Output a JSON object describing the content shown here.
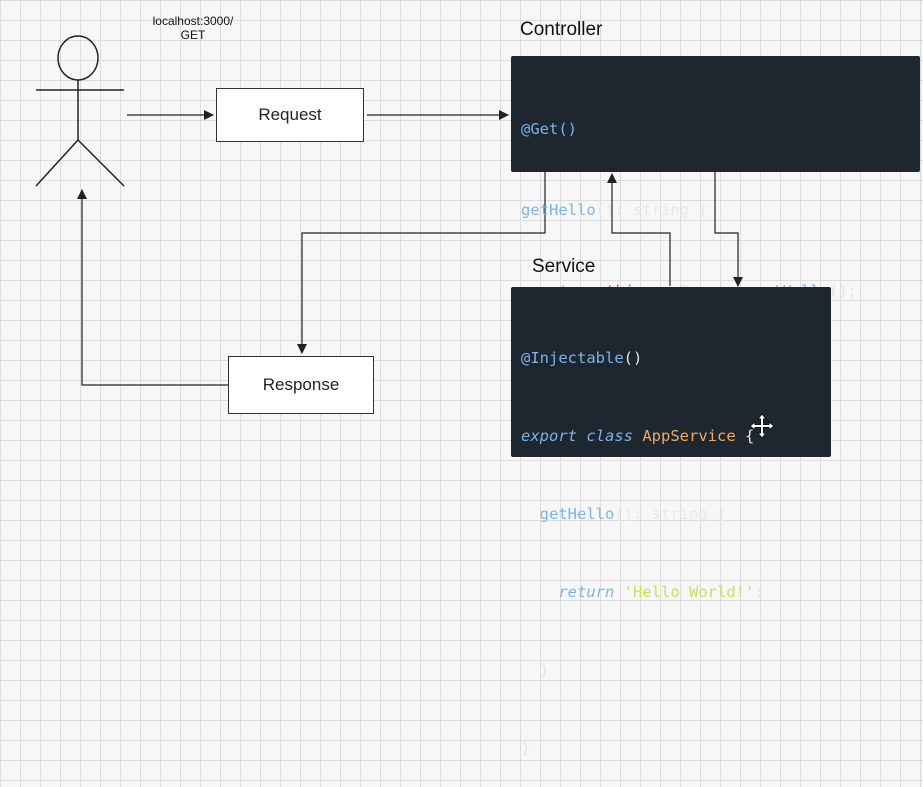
{
  "actor": {
    "icon": "stick-figure-user-icon"
  },
  "request_url": {
    "line1": "localhost:3000/",
    "line2": "GET"
  },
  "boxes": {
    "request": "Request",
    "response": "Response"
  },
  "controller": {
    "title": "Controller",
    "code": {
      "l1_dec": "@Get()",
      "l2_fn": "getHello",
      "l2_rest": "(): string {",
      "l3_ret": "return",
      "l3_this": "this",
      "l3_mid": ".appService.",
      "l3_fn": "getHello",
      "l3_end": "();",
      "l4": "}"
    }
  },
  "service": {
    "title": "Service",
    "code": {
      "l1_dec": "@Injectable",
      "l1_end": "()",
      "l2_kw": "export class",
      "l2_cls": "AppService",
      "l2_end": " {",
      "l3_fn": "getHello",
      "l3_rest": "(): string {",
      "l4_ret": "return",
      "l4_str": "'Hello World!'",
      "l4_end": ";",
      "l5": "}",
      "l6": "}"
    }
  },
  "cursor": {
    "icon": "move-cursor-icon"
  }
}
